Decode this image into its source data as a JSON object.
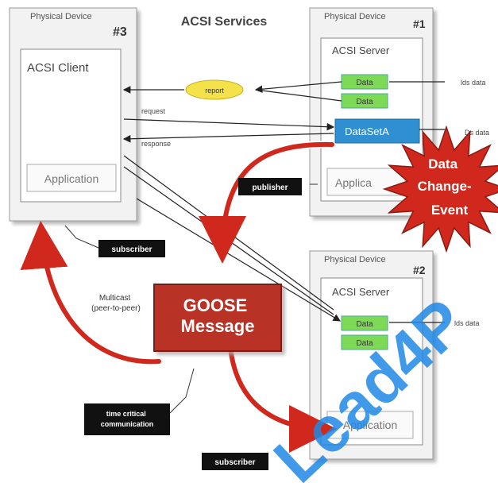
{
  "title": "ACSI Services",
  "devices": {
    "client_device": {
      "label": "Physical Device",
      "number": "#3",
      "client": "ACSI Client",
      "application": "Application"
    },
    "server_device_1": {
      "label": "Physical Device",
      "number": "#1",
      "server": "ACSI Server",
      "data_items": [
        "Data",
        "Data"
      ],
      "dataset": "DataSetA",
      "application": "Applica"
    },
    "server_device_2": {
      "label": "Physical Device",
      "number": "#2",
      "server": "ACSI Server",
      "data_items": [
        "Data",
        "Data"
      ],
      "application": "Application"
    }
  },
  "labels": {
    "report": "report",
    "request": "request",
    "response": "response",
    "publisher": "publisher",
    "subscriber": "subscriber",
    "subscriber_2": "subscriber",
    "multicast": "Multicast\n(peer-to-peer)",
    "time_critical": "time critical\ncommunication",
    "goose": "GOOSE\nMessage",
    "event": "Data\nChange-\nEvent",
    "right_note_1": "lds data",
    "right_note_2": "Ds data",
    "right_note_3": "lds data"
  },
  "watermark": "Lead4P",
  "colors": {
    "goose_red": "#b83228",
    "arrow_red": "#e03a2c",
    "report_yellow": "#f5e14a",
    "data_green": "#7ed957",
    "dataset_blue": "#2f8fd0",
    "watermark_blue": "#1e88e5"
  }
}
